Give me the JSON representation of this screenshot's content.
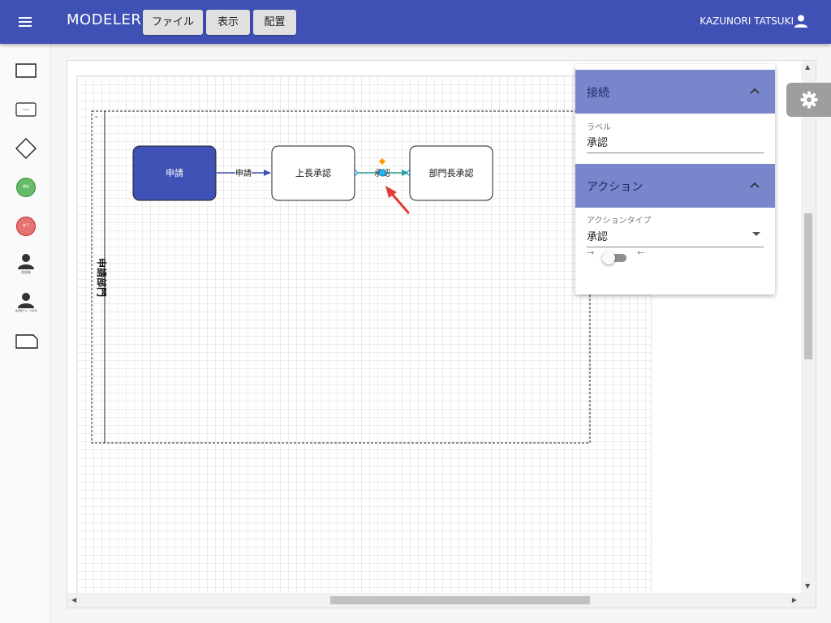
{
  "app": {
    "title": "MODELER",
    "menus": [
      "ファイル",
      "表示",
      "配置"
    ],
    "user": "KAZUNORI TATSUKI"
  },
  "toolbox": {
    "tools": [
      "task-shape",
      "subprocess-shape",
      "gateway-diamond",
      "start-event",
      "end-event",
      "approver-role",
      "role-group",
      "data-shape"
    ],
    "start_text": "開始",
    "end_text": "終了",
    "role_text": "承認者",
    "group_text": "承認者グループ名称"
  },
  "diagram": {
    "lane_label": "申請部門",
    "nodes": [
      {
        "id": "n1",
        "label": "申請",
        "filled": true
      },
      {
        "id": "n2",
        "label": "上長承認",
        "filled": false
      },
      {
        "id": "n3",
        "label": "部門長承認",
        "filled": false
      }
    ],
    "edges": [
      {
        "from": "n1",
        "to": "n2",
        "label": "申請"
      },
      {
        "from": "n2",
        "to": "n3",
        "label": "承認",
        "selected": true
      }
    ],
    "colors": {
      "filled_node": "#3f51b5",
      "edge": "#3f51b5",
      "selected_edge": "#2aa198",
      "pointer_arrow": "#e53935",
      "handle": "#29b6f6",
      "label_handle": "#ff9800"
    }
  },
  "panel": {
    "connection": {
      "title": "接続",
      "label_caption": "ラベル",
      "label_value": "承認"
    },
    "action": {
      "title": "アクション",
      "type_caption": "アクションタイプ",
      "type_value": "承認",
      "arrow_right": "→",
      "arrow_left": "←"
    }
  },
  "colors": {
    "primary": "#3f51b5",
    "panel_header": "#7986cb"
  }
}
